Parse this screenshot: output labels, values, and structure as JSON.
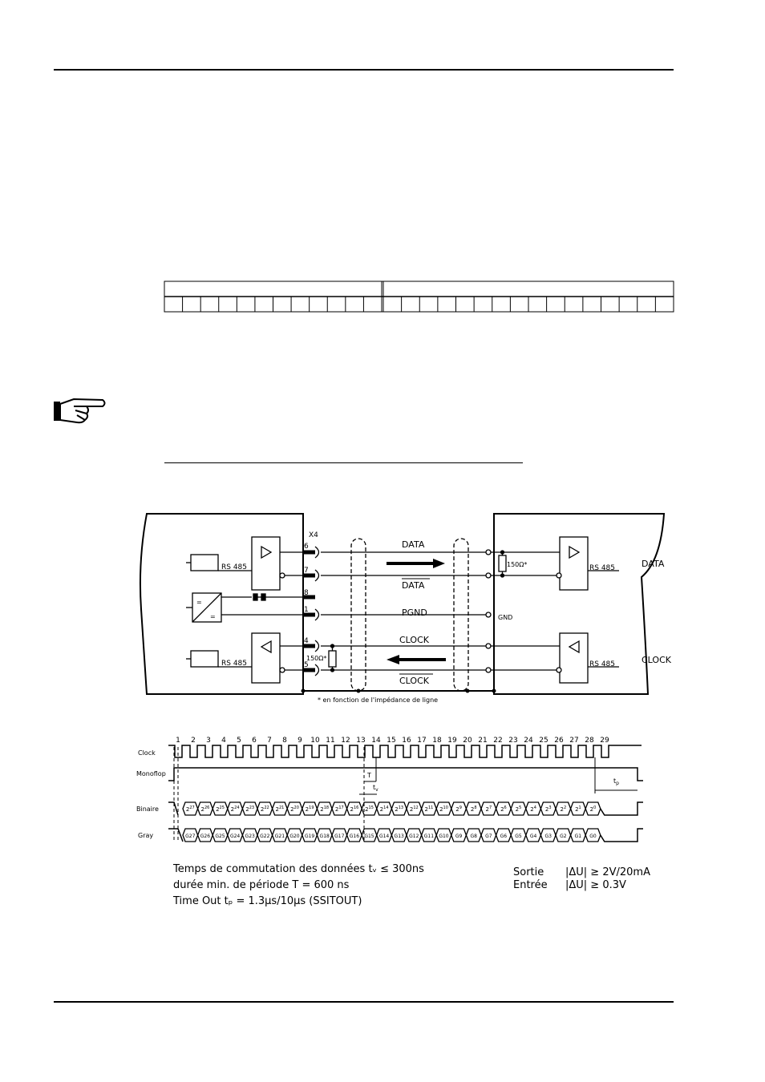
{
  "colors": {
    "ink": "#000000",
    "paper": "#ffffff"
  },
  "note_icon": "pointing-hand-icon",
  "bit_table": {
    "left_cells": 12,
    "right_cells": 16
  },
  "circuit": {
    "connector": "X4",
    "pins": [
      "6",
      "7",
      "8",
      "1",
      "4",
      "5"
    ],
    "rs485": "RS 485",
    "resistor": "150Ω*",
    "signals": {
      "data": "DATA",
      "data_bar": "DATA",
      "pgnd": "PGND",
      "clock": "CLOCK",
      "clock_bar": "CLOCK"
    },
    "gnd": "GND",
    "right_data": "DATA",
    "right_clock": "CLOCK",
    "converter_top": "=",
    "converter_bottom": "=",
    "footnote": "* en fonction de l'impédance de ligne"
  },
  "timing": {
    "clock_numbers": [
      "1",
      "2",
      "3",
      "4",
      "5",
      "6",
      "7",
      "8",
      "9",
      "10",
      "11",
      "12",
      "13",
      "14",
      "15",
      "16",
      "17",
      "18",
      "19",
      "20",
      "21",
      "22",
      "23",
      "24",
      "25",
      "26",
      "27",
      "28",
      "29"
    ],
    "rows": {
      "clock": "Clock",
      "monoflop": "Monoflop",
      "binary": "Binaire",
      "gray": "Gray"
    },
    "T": "T",
    "tv": "t",
    "tv_sub": "v",
    "tp": "t",
    "tp_sub": "p",
    "binary_exponents": [
      "27",
      "26",
      "25",
      "24",
      "23",
      "22",
      "21",
      "20",
      "19",
      "18",
      "17",
      "16",
      "15",
      "14",
      "13",
      "12",
      "11",
      "10",
      "9",
      "8",
      "7",
      "6",
      "5",
      "4",
      "3",
      "2",
      "1",
      "0"
    ],
    "gray_codes": [
      "G27",
      "G26",
      "G25",
      "G24",
      "G23",
      "G22",
      "G21",
      "G20",
      "G19",
      "G18",
      "G17",
      "G16",
      "G15",
      "G14",
      "G13",
      "G12",
      "G11",
      "G10",
      "G9",
      "G8",
      "G7",
      "G6",
      "G5",
      "G4",
      "G3",
      "G2",
      "G1",
      "G0"
    ]
  },
  "specs": {
    "line1": "Temps de commutation des données  tᵥ  ≤  300ns",
    "line2": "durée min. de période T = 600 ns",
    "line3": "Time Out tₚ = 1.3µs/10µs (SSITOUT)",
    "output_label": "Sortie",
    "output_value": "|ΔU| ≥ 2V/20mA",
    "input_label": "Entrée",
    "input_value": "|ΔU| ≥ 0.3V"
  }
}
